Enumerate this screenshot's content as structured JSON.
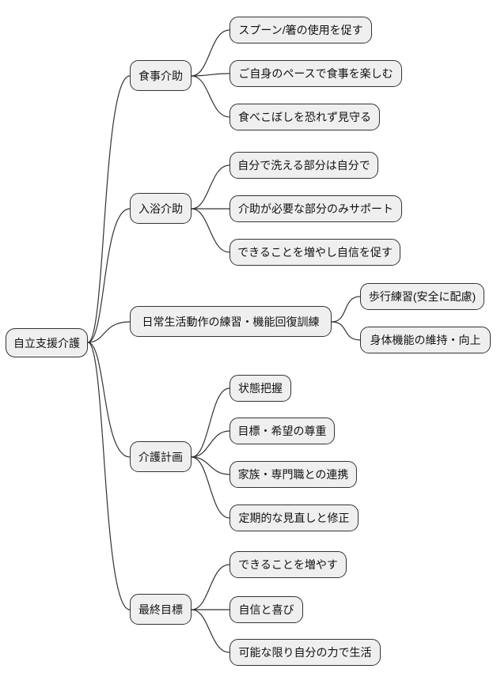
{
  "diagram_type": "mindmap",
  "colors": {
    "node_fill": "#efefef",
    "node_border": "#333333",
    "edge": "#333333",
    "background": "#ffffff",
    "text": "#111111"
  },
  "tree": {
    "root": "自立支援介護",
    "branches": [
      {
        "label": "食事介助",
        "children": [
          "スプーン/箸の使用を促す",
          "ご自身のペースで食事を楽しむ",
          "食べこぼしを恐れず見守る"
        ]
      },
      {
        "label": "入浴介助",
        "children": [
          "自分で洗える部分は自分で",
          "介助が必要な部分のみサポート",
          "できることを増やし自信を促す"
        ]
      },
      {
        "label": "日常生活動作の練習・機能回復訓練",
        "children": [
          "歩行練習(安全に配慮)",
          "身体機能の維持・向上"
        ]
      },
      {
        "label": "介護計画",
        "children": [
          "状態把握",
          "目標・希望の尊重",
          "家族・専門職との連携",
          "定期的な見直しと修正"
        ]
      },
      {
        "label": "最終目標",
        "children": [
          "できることを増やす",
          "自信と喜び",
          "可能な限り自分の力で生活"
        ]
      }
    ]
  }
}
